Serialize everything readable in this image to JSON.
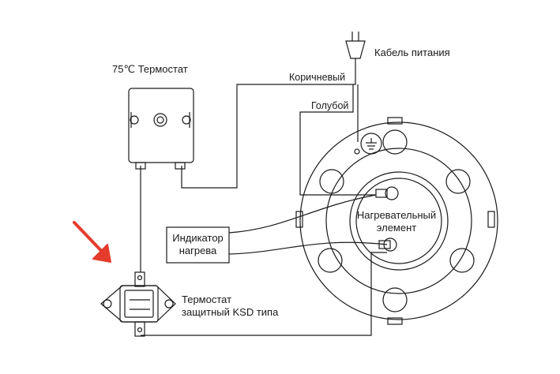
{
  "diagram": {
    "thermostat_main": {
      "temp": "75℃",
      "label": "Термостат"
    },
    "power_cable": {
      "label": "Кабель питания"
    },
    "wire_brown": {
      "label": "Коричневый"
    },
    "wire_blue": {
      "label": "Голубой"
    },
    "heating_element": {
      "line1": "Нагревательный",
      "line2": "элемент"
    },
    "heating_indicator": {
      "line1": "Индикатор",
      "line2": "нагрева"
    },
    "ksd_thermostat": {
      "line1": "Термостат",
      "line2": "защитный KSD типа"
    },
    "colors": {
      "line": "#1a1a1a",
      "arrow": "#e53b2c",
      "background": "#ffffff"
    },
    "icons": {
      "ground": "ground-symbol-icon",
      "pointer": "red-arrow-icon"
    }
  }
}
